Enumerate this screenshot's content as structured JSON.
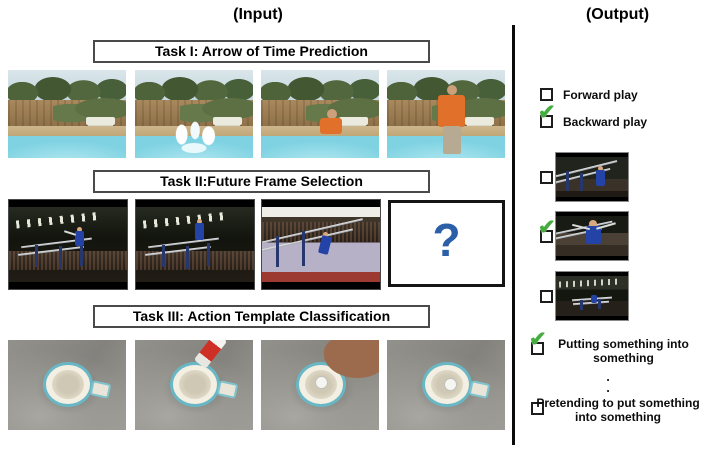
{
  "figure": {
    "input_header": "(Input)",
    "output_header": "(Output)"
  },
  "tasks": [
    {
      "title": "Task I: Arrow of Time Prediction",
      "scene": "backyard pool video, 4 frames: still pool, splash, person in orange shirt emerging, person standing at pool edge"
    },
    {
      "title": "Task II:Future Frame Selection",
      "scene": "gymnast on parallel bars in dark arena, 3 frames plus unknown 4th frame",
      "placeholder": "?"
    },
    {
      "title": "Task III: Action Template Classification",
      "scene": "cup on concrete, 4 frames: empty cup, bottle appears, hand puts cap into cup, cap inside cup"
    }
  ],
  "output": {
    "aot_options": [
      {
        "label": "Forward play",
        "checked": false
      },
      {
        "label": "Backward play",
        "checked": true
      }
    ],
    "candidate_frames": [
      {
        "name": "gym-frame-wide-bars",
        "checked": false
      },
      {
        "name": "gym-frame-closeup",
        "checked": true
      },
      {
        "name": "gym-frame-arena-wide",
        "checked": false
      }
    ],
    "template_options": [
      {
        "label": "Putting something into something",
        "checked": true
      },
      {
        "label": "Pretending to put something into something",
        "checked": false
      }
    ],
    "ellipsis": [
      ".",
      "."
    ]
  },
  "icons": {
    "check": "✔",
    "question_mark": "?"
  },
  "colors": {
    "check_green": "#45ad40",
    "question_blue": "#2b5fa8",
    "divider": "#0a0a0a"
  }
}
